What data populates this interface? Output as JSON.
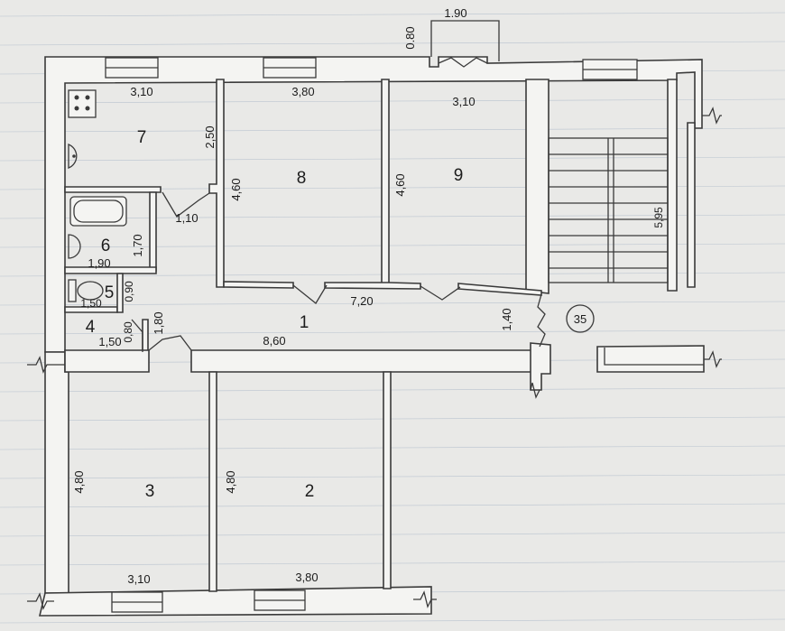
{
  "rooms": {
    "r1": "1",
    "r2": "2",
    "r3": "3",
    "r4": "4",
    "r5": "5",
    "r6": "6",
    "r7": "7",
    "r8": "8",
    "r9": "9"
  },
  "apartment_number": "35",
  "dimensions": {
    "entrance_width": "1.90",
    "entrance_depth": "0.80",
    "r7_width": "3,10",
    "r7_depth": "2,50",
    "r8_width": "3,80",
    "r8_depth": "4,60",
    "r9_width": "3,10",
    "r9_depth": "4,60",
    "corridor_jog": "1,10",
    "r6_width": "1,90",
    "r6_depth": "1,70",
    "r5_width": "1,50",
    "r5_depth": "0,90",
    "r4_width": "1,50",
    "r4_depth": "0,80",
    "hall_depth": "1,80",
    "hall_upper_length": "7,20",
    "hall_lower_length": "8,60",
    "hall_side": "1,40",
    "stair_length": "5,95",
    "r3_depth": "4,80",
    "r3_width": "3,10",
    "r2_depth": "4,80",
    "r2_width": "3,80"
  },
  "colors": {
    "paper": "#e9e9e7",
    "ink": "#3a3a3a",
    "rule": "#b9c3cf"
  }
}
